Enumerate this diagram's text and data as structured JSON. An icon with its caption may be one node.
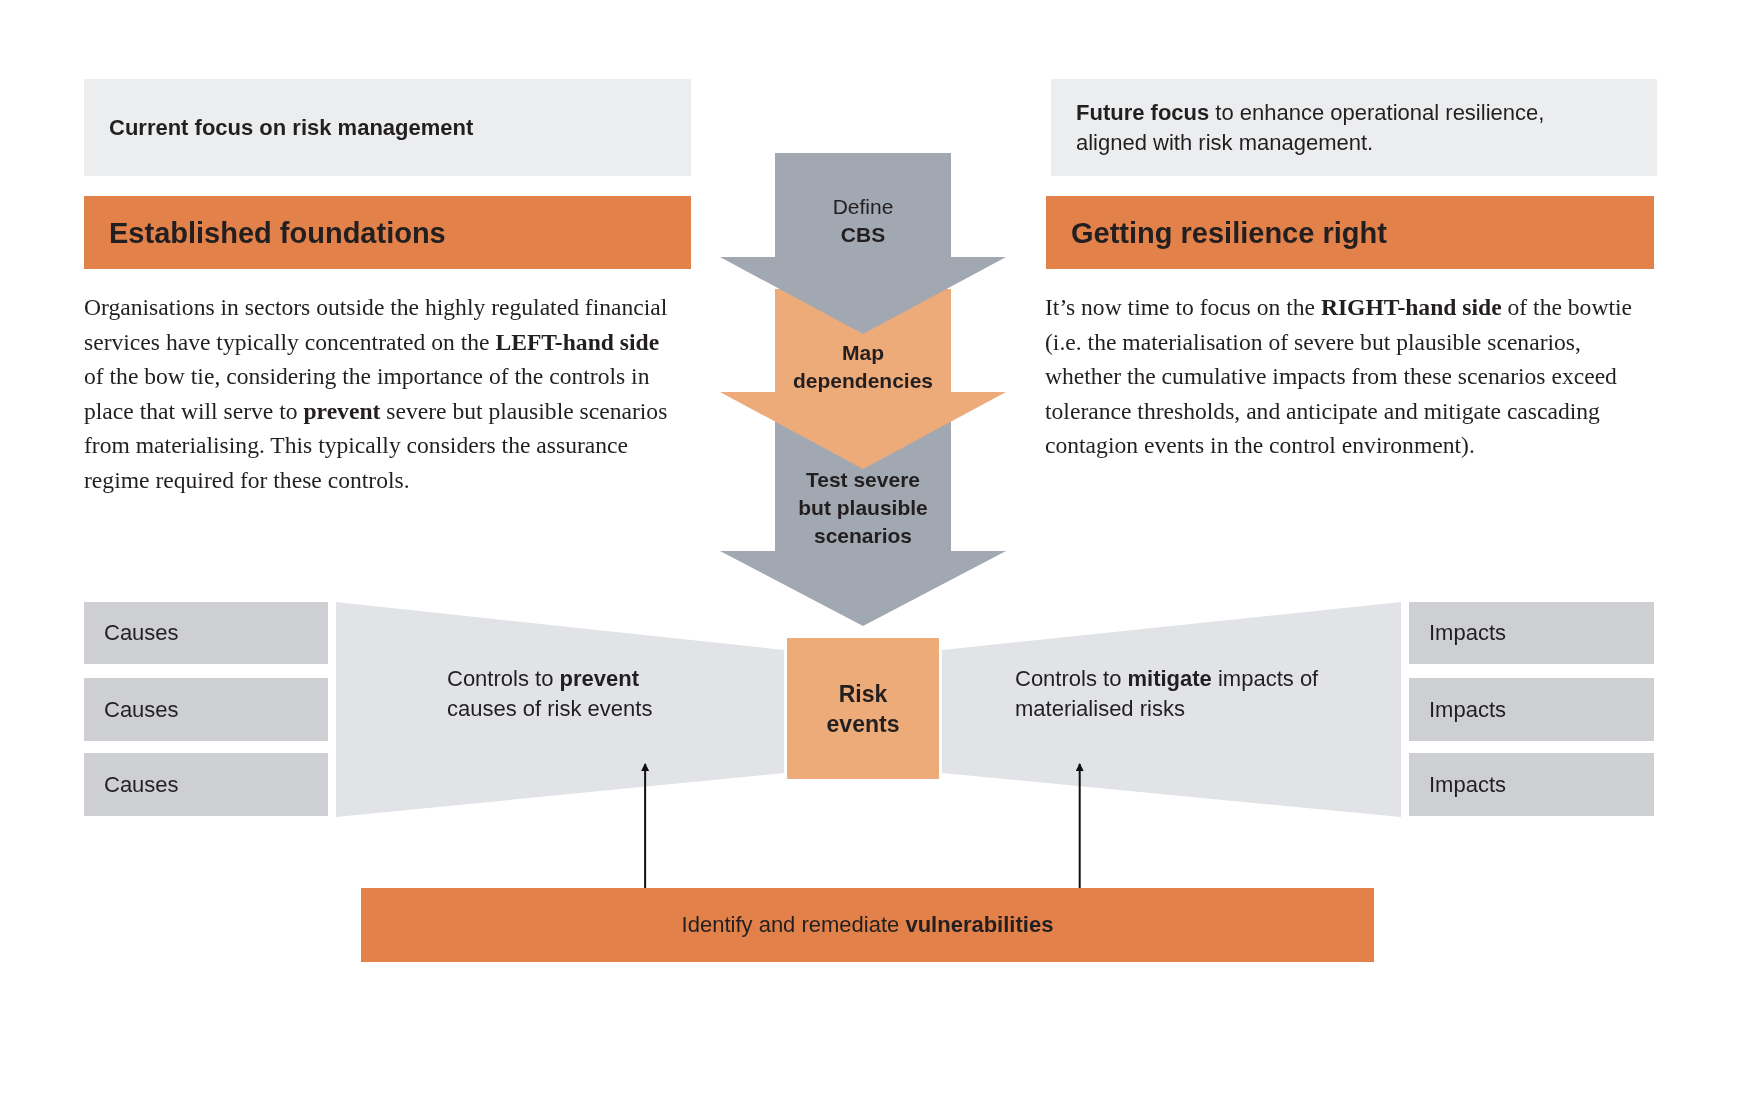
{
  "diagram": {
    "nodes": [
      {
        "text": [
          "Current focus on risk management"
        ]
      },
      {
        "text": [
          "**Future focus** to enhance operational resilience, aligned with risk management."
        ]
      },
      {
        "text": [
          "Established foundations"
        ]
      },
      {
        "text": [
          "Getting resilience right"
        ]
      },
      {
        "text": [
          "Define **CBS**"
        ]
      },
      {
        "text": [
          "Map dependencies"
        ]
      },
      {
        "text": [
          "Test severe but plausible scenarios"
        ]
      },
      {
        "text": [
          "Causes"
        ]
      },
      {
        "text": [
          "Causes"
        ]
      },
      {
        "text": [
          "Causes"
        ]
      },
      {
        "text": [
          "Controls to **prevent** causes of risk events"
        ]
      },
      {
        "text": [
          "Risk events"
        ]
      },
      {
        "text": [
          "Controls to **mitigate** impacts of materialised risks"
        ]
      },
      {
        "text": [
          "Impacts"
        ]
      },
      {
        "text": [
          "Impacts"
        ]
      },
      {
        "text": [
          "Impacts"
        ]
      },
      {
        "text": [
          "Identify and remediate **vulnerabilities**"
        ]
      }
    ],
    "edges": [
      {
        "from": 16,
        "to": 10,
        "arrow": "to"
      },
      {
        "from": 16,
        "to": 12,
        "arrow": "to"
      },
      {
        "from": 4,
        "to": 5,
        "arrow": "to"
      },
      {
        "from": 5,
        "to": 6,
        "arrow": "to"
      },
      {
        "from": 6,
        "to": 11,
        "arrow": "to"
      }
    ],
    "labels": [
      "Organisations in sectors outside the highly regulated financial services have typically concentrated on the **LEFT-hand side** of the bow tie, considering the importance of the controls in place that will serve to **prevent** severe but plausible scenarios from materialising. This typically considers the assurance regime required for these controls.",
      "It’s now time to focus on the **RIGHT-hand side** of the bowtie (i.e. the materialisation of severe but plausible scenarios, whether the cumulative impacts from these scenarios exceed tolerance thresholds, and anticipate and mitigate cascading contagion events in the control environment)."
    ]
  }
}
